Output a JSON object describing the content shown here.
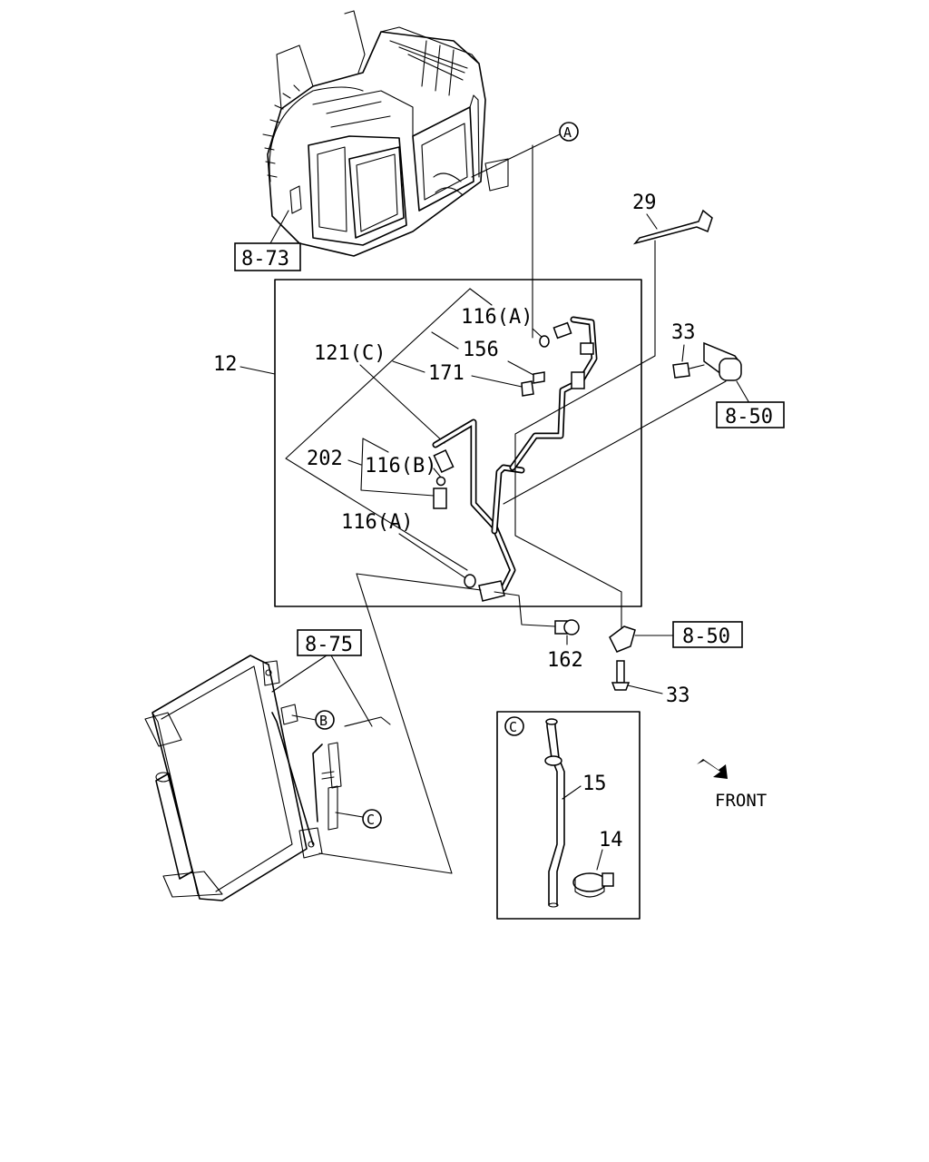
{
  "labels": {
    "ref_8_73": "8-73",
    "ref_8_50_top": "8-50",
    "ref_8_50_bottom": "8-50",
    "ref_8_75": "8-75",
    "p29": "29",
    "p12": "12",
    "p116a_top": "116(A)",
    "p156": "156",
    "p121c": "121(C)",
    "p171": "171",
    "p202": "202",
    "p116b": "116(B)",
    "p116a_mid": "116(A)",
    "p33_top": "33",
    "p162": "162",
    "p33_bottom": "33",
    "p15": "15",
    "p14": "14",
    "front": "FRONT",
    "circle_a": "A",
    "circle_b": "B",
    "circle_c_detail": "C",
    "circle_c_radiator": "C"
  },
  "icons": {
    "front_arrow": "front-direction-arrow-icon",
    "hvac_unit": "hvac-unit-illustration",
    "condenser": "condenser-radiator-illustration"
  }
}
